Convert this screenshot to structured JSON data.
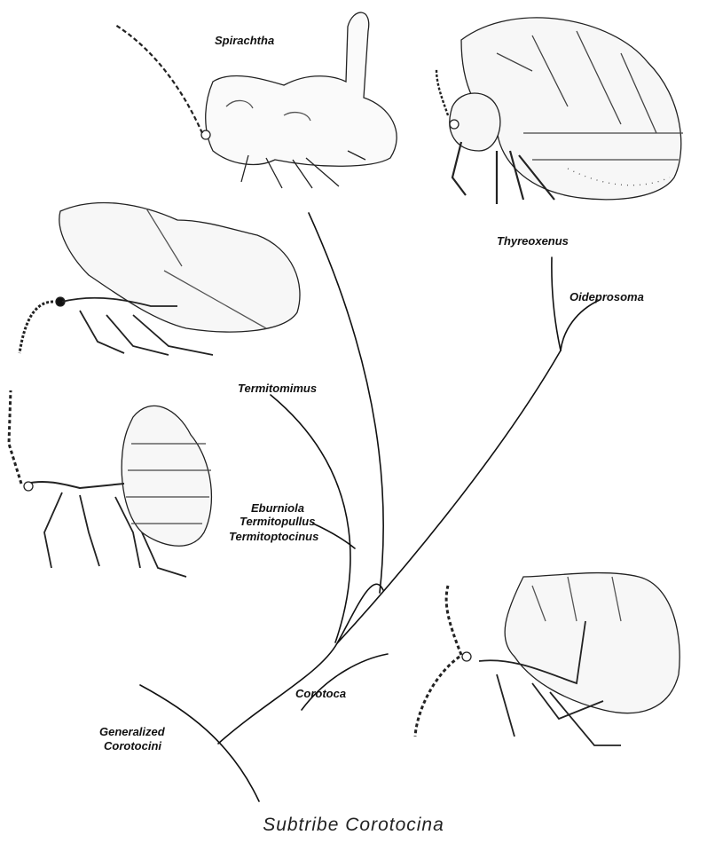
{
  "diagram": {
    "caption": "Subtribe Corotocina",
    "taxa": {
      "spirachtha": "Spirachtha",
      "thyreoxenus": "Thyreoxenus",
      "oideprosoma": "Oideprosoma",
      "termitomimus": "Termitomimus",
      "eburniola_group": [
        "Eburniola",
        "Termitopullus",
        "Termitoptocinus"
      ],
      "corotoca": "Corotoca",
      "generalized": [
        "Generalized",
        "Corotocini"
      ]
    }
  },
  "colors": {
    "ink": "#111111",
    "background": "#ffffff"
  }
}
